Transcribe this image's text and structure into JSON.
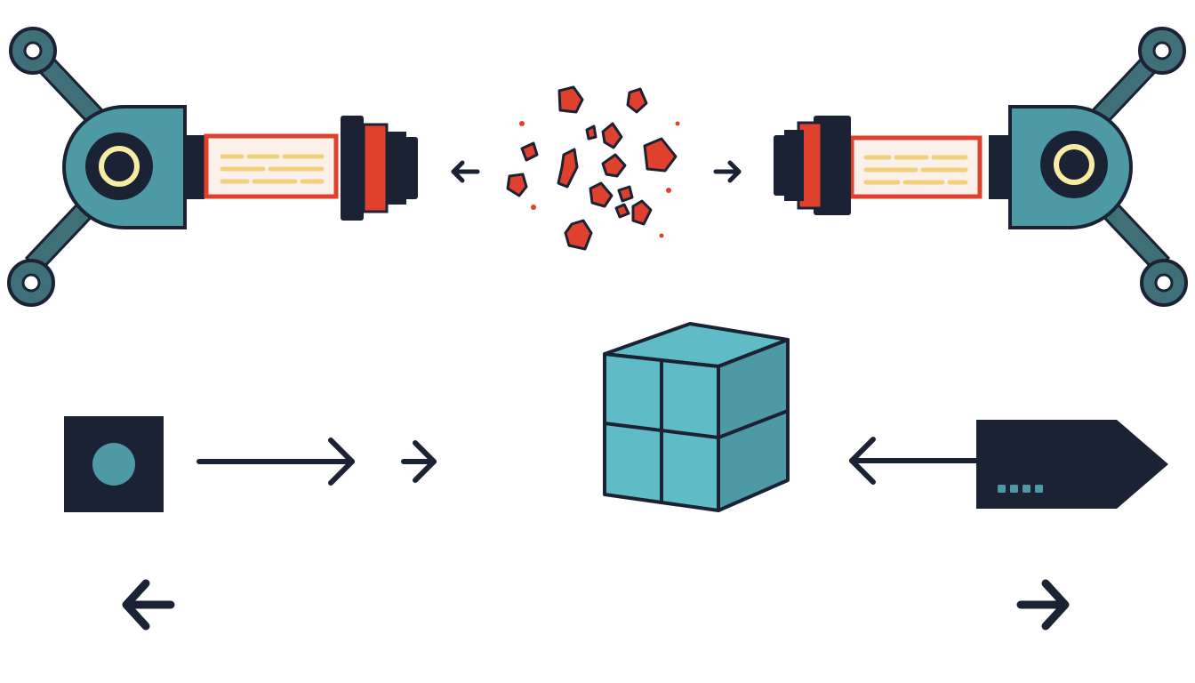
{
  "colors": {
    "background": "#ffffff",
    "outline": "#1b2233",
    "teal": "#4e9aa4",
    "teal_light": "#5fbcc6",
    "teal_dark": "#3f8893",
    "red": "#e0402e",
    "cream": "#f7e3a6",
    "yellow": "#f1d07c",
    "bulb_outer": "#f6eca2"
  },
  "elements": {
    "top_left": [
      "robotic-arm-left",
      "press-head-left",
      "film-strip-left"
    ],
    "top_center": [
      "shattered-fragments"
    ],
    "top_right": [
      "robotic-arm-right",
      "press-head-right",
      "film-strip-right"
    ],
    "bottom": [
      "source-block",
      "stacked-cube",
      "arrowhead-probe"
    ]
  },
  "arrows": [
    {
      "id": "arrow-left-small",
      "direction": "left"
    },
    {
      "id": "arrow-right-small",
      "direction": "right"
    },
    {
      "id": "arrow-long-right",
      "direction": "right"
    },
    {
      "id": "arrow-short-right",
      "direction": "right"
    },
    {
      "id": "arrow-long-left",
      "direction": "left"
    },
    {
      "id": "arrow-bottom-left",
      "direction": "left"
    },
    {
      "id": "arrow-bottom-right",
      "direction": "right"
    }
  ],
  "probe_indicator_dots": 4
}
